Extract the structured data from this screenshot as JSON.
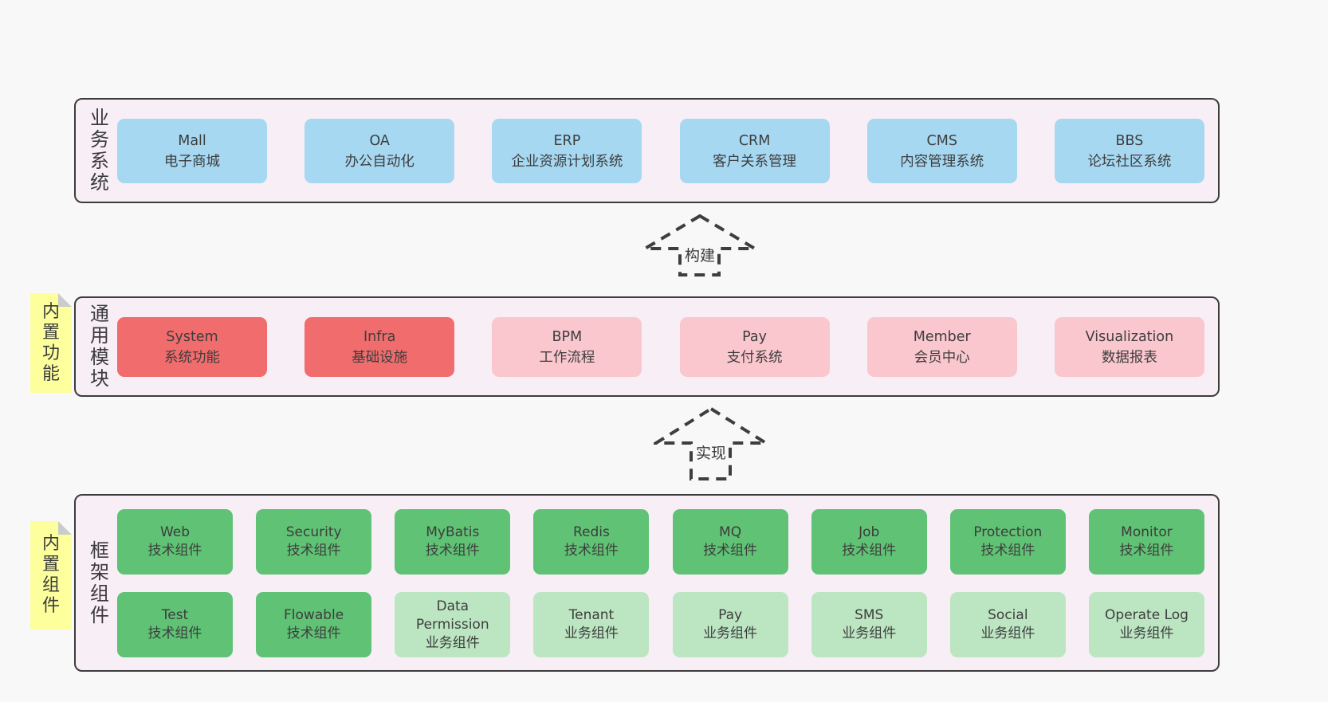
{
  "diagram": {
    "layers": {
      "business": {
        "label": "业务系统",
        "boxes": [
          {
            "en": "Mall",
            "zh": "电子商城"
          },
          {
            "en": "OA",
            "zh": "办公自动化"
          },
          {
            "en": "ERP",
            "zh": "企业资源计划系统"
          },
          {
            "en": "CRM",
            "zh": "客户关系管理"
          },
          {
            "en": "CMS",
            "zh": "内容管理系统"
          },
          {
            "en": "BBS",
            "zh": "论坛社区系统"
          }
        ]
      },
      "modules": {
        "label": "通用模块",
        "note": "内置功能",
        "boxes": [
          {
            "en": "System",
            "zh": "系统功能"
          },
          {
            "en": "Infra",
            "zh": "基础设施"
          },
          {
            "en": "BPM",
            "zh": "工作流程"
          },
          {
            "en": "Pay",
            "zh": "支付系统"
          },
          {
            "en": "Member",
            "zh": "会员中心"
          },
          {
            "en": "Visualization",
            "zh": "数据报表"
          }
        ]
      },
      "components": {
        "label": "框架组件",
        "note": "内置组件",
        "row1": [
          {
            "en": "Web",
            "zh": "技术组件"
          },
          {
            "en": "Security",
            "zh": "技术组件"
          },
          {
            "en": "MyBatis",
            "zh": "技术组件"
          },
          {
            "en": "Redis",
            "zh": "技术组件"
          },
          {
            "en": "MQ",
            "zh": "技术组件"
          },
          {
            "en": "Job",
            "zh": "技术组件"
          },
          {
            "en": "Protection",
            "zh": "技术组件"
          },
          {
            "en": "Monitor",
            "zh": "技术组件"
          }
        ],
        "row2": [
          {
            "en": "Test",
            "zh": "技术组件"
          },
          {
            "en": "Flowable",
            "zh": "技术组件"
          },
          {
            "en": "Data Permission",
            "zh": "业务组件"
          },
          {
            "en": "Tenant",
            "zh": "业务组件"
          },
          {
            "en": "Pay",
            "zh": "业务组件"
          },
          {
            "en": "SMS",
            "zh": "业务组件"
          },
          {
            "en": "Social",
            "zh": "业务组件"
          },
          {
            "en": "Operate Log",
            "zh": "业务组件"
          }
        ]
      }
    },
    "arrows": {
      "build": "构建",
      "implement": "实现"
    },
    "colors": {
      "page_bg": "#f8f8f8",
      "panel_bg": "#f8eef6",
      "panel_border": "#3c3c3c",
      "box_blue": "#a7d8f2",
      "box_red": "#f16c6c",
      "box_pink": "#fac7cf",
      "box_green": "#5fc274",
      "box_green_light": "#bce6c2",
      "note_yellow": "#fdff9d",
      "note_fold_gray": "#c9cccb",
      "text": "#3d3d3d"
    }
  }
}
